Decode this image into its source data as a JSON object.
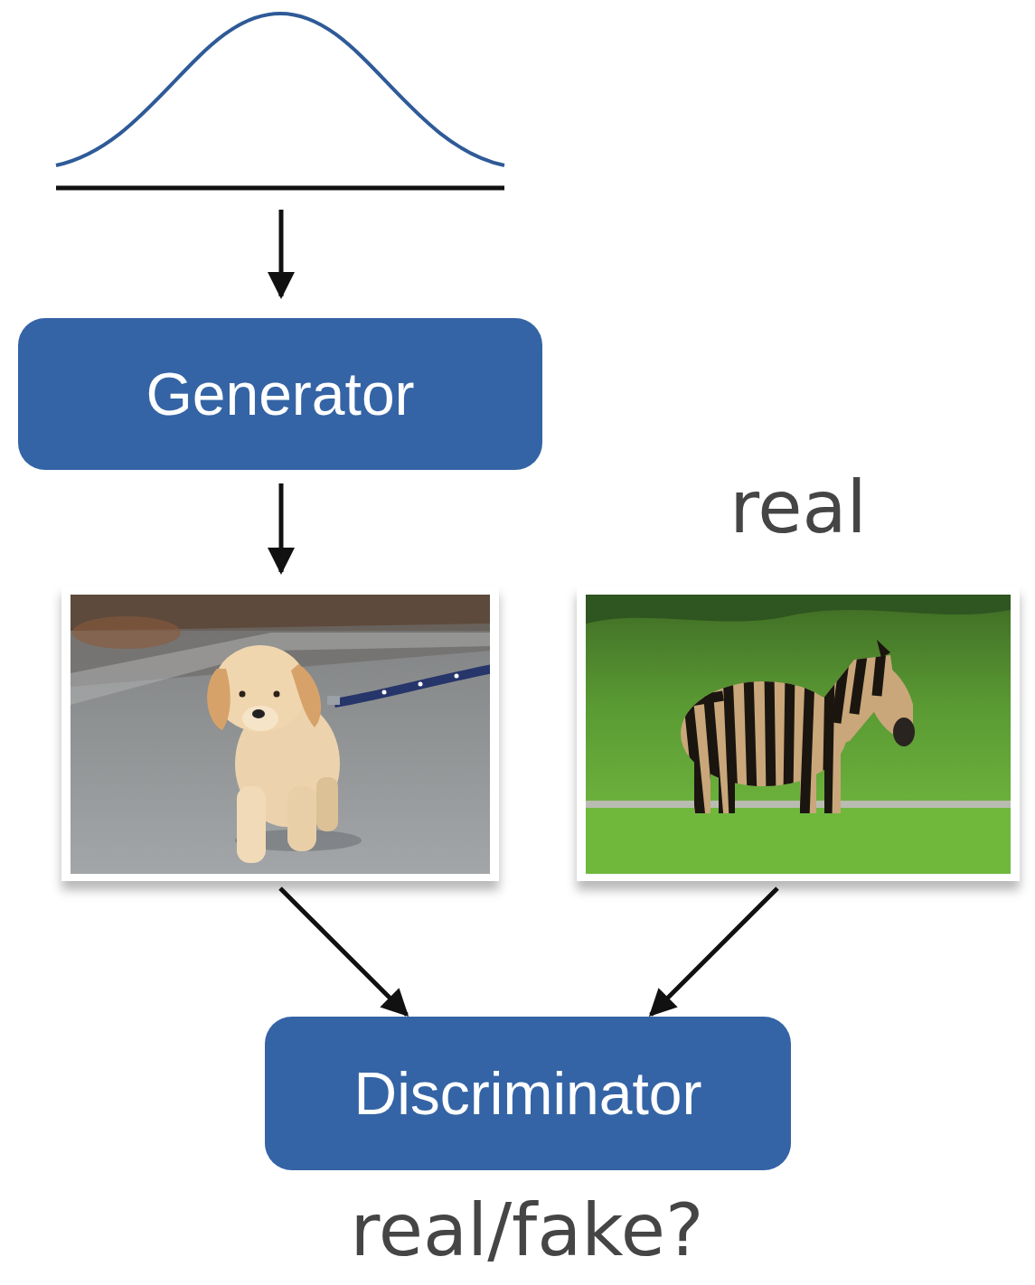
{
  "diagram": {
    "nodes": [
      {
        "text": [
          "Generator"
        ]
      },
      {
        "text": [
          "Discriminator"
        ]
      }
    ],
    "labels": [
      "real",
      "real/fake?"
    ]
  }
}
